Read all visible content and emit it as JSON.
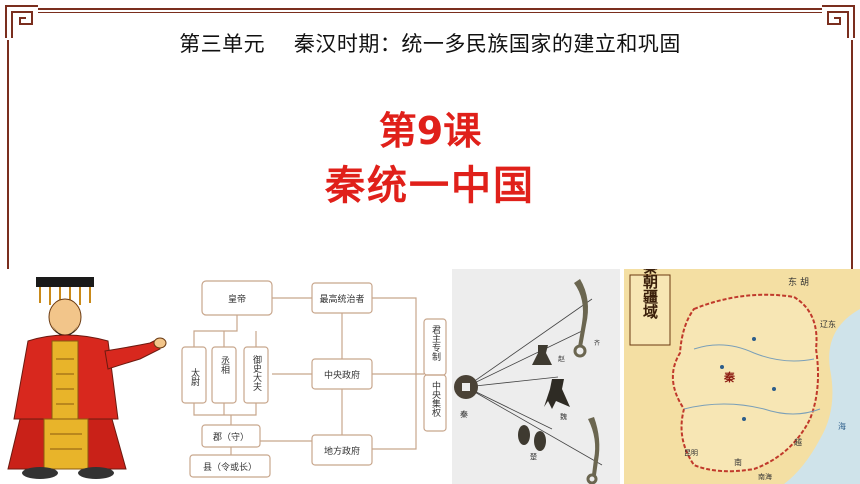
{
  "slide": {
    "unit_title": "第三单元    秦汉时期：统一多民族国家的建立和巩固",
    "lesson_title": "第9课",
    "main_title": "秦统一中国"
  },
  "diagram": {
    "emperor": "皇帝",
    "supreme_ruler": "最高统治者",
    "central_gov": "中央政府",
    "local_gov": "地方政府",
    "taiwei": "太尉",
    "chengxiang": "丞相",
    "yushi": "御史大夫",
    "jun": "郡（守）",
    "xian": "县（令或长）",
    "autocracy": "君主专制",
    "centralization": "中央集权"
  },
  "coins": {
    "qin": "秦",
    "zhao": "赵",
    "wei": "魏",
    "chu": "楚",
    "qi": "齐"
  },
  "map": {
    "title": "秦朝疆域",
    "qin_label": "秦",
    "labels": [
      "东",
      "胡",
      "辽东",
      "南",
      "海",
      "越",
      "昆明",
      "南海"
    ]
  },
  "colors": {
    "title_red": "#e0201a",
    "frame_brown": "#7a2e1e",
    "map_land": "#f4dfa3",
    "map_sea": "#cfe3ea"
  }
}
